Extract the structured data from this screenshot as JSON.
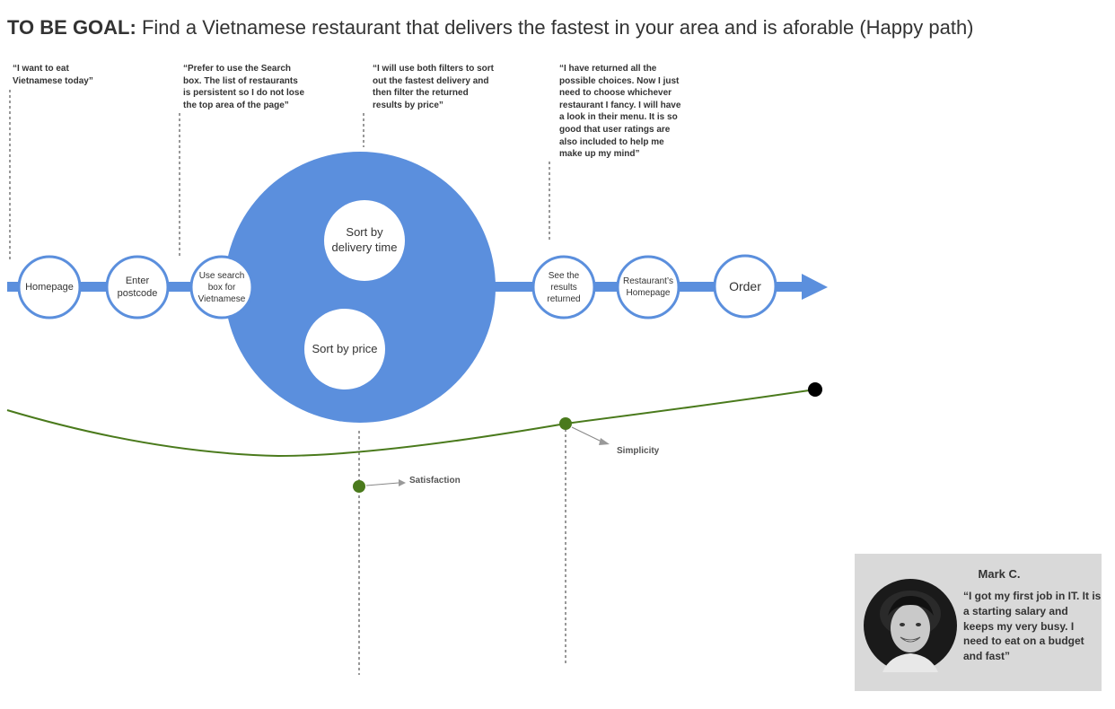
{
  "title": {
    "prefix": "TO BE GOAL:",
    "text": "Find a Vietnamese restaurant that delivers the fastest in your area and is aforable (Happy path)"
  },
  "quotes": [
    "“I want to eat Vietnamese today”",
    "“Prefer to use the Search box. The list of restaurants is persistent so I do not lose the top area of the page”",
    "“I will use both filters to sort out the fastest delivery and then filter the returned results by price”",
    "“I have returned all the possible choices. Now I just need to choose whichever restaurant I fancy. I will have a look in their menu. It is so good that user ratings are also included to help me make up my mind”"
  ],
  "steps": [
    "Homepage",
    "Enter postcode",
    "Use search box for Vietnamese",
    "See the results returned",
    "Restaurant’s Homepage",
    "Order"
  ],
  "filters": [
    "Sort by delivery time",
    "Sort by price"
  ],
  "curve_points": [
    "Satisfaction",
    "Simplicity"
  ],
  "persona": {
    "name": "Mark C.",
    "quote": "“I got my first job in IT. It is a starting salary and keeps my very busy. I need to eat on a budget and fast”"
  },
  "colors": {
    "flow_blue": "#5b8fdd",
    "curve_green": "#4a7a1c",
    "point_green": "#4a7a1c",
    "end_point": "#000000",
    "persona_bg": "#d9d9d9"
  }
}
